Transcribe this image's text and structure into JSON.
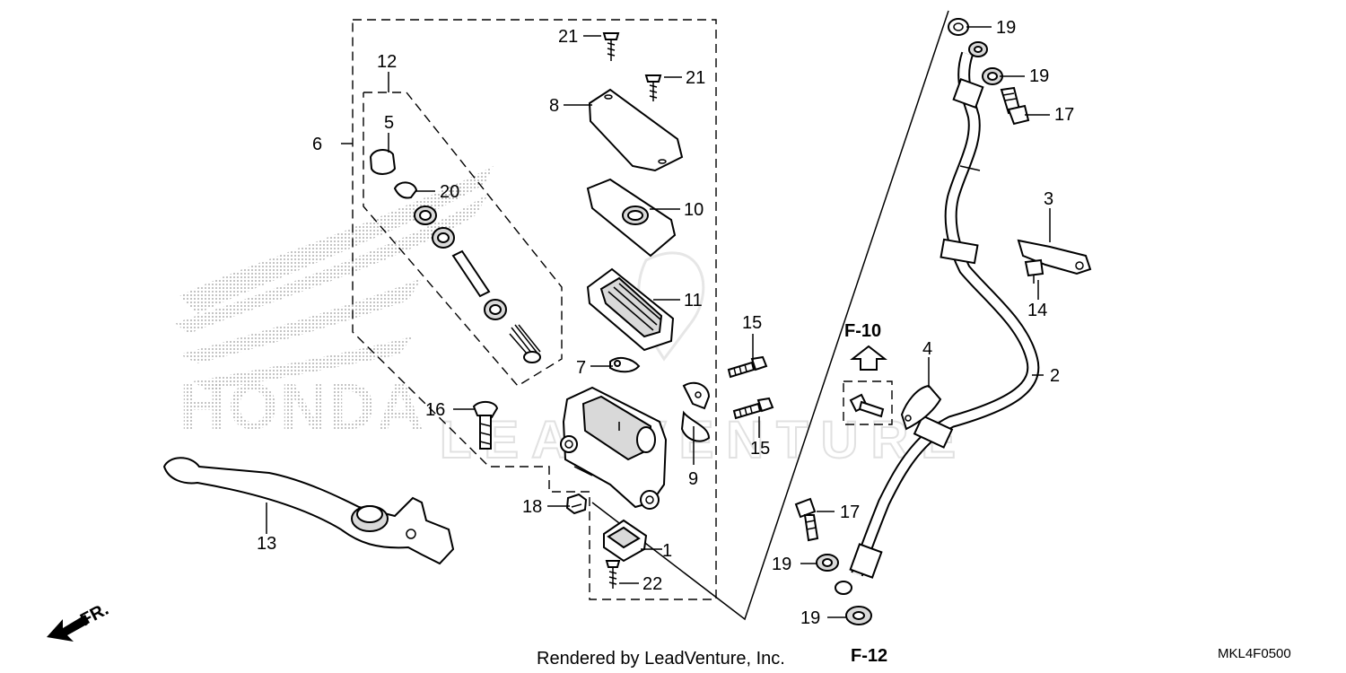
{
  "diagram": {
    "labels": [
      "1",
      "2",
      "3",
      "4",
      "5",
      "6",
      "7",
      "8",
      "9",
      "10",
      "11",
      "12",
      "13",
      "14",
      "15",
      "15",
      "16",
      "17",
      "17",
      "18",
      "19",
      "19",
      "19",
      "19",
      "20",
      "21",
      "21",
      "22"
    ],
    "refs": {
      "f10": "F-10",
      "f12": "F-12"
    },
    "direction": "FR.",
    "watermark": "LEADVENTURE",
    "brand": "HONDA"
  },
  "footer": {
    "rendered_by": "Rendered by LeadVenture, Inc.",
    "diagram_code": "MKL4F0500"
  }
}
